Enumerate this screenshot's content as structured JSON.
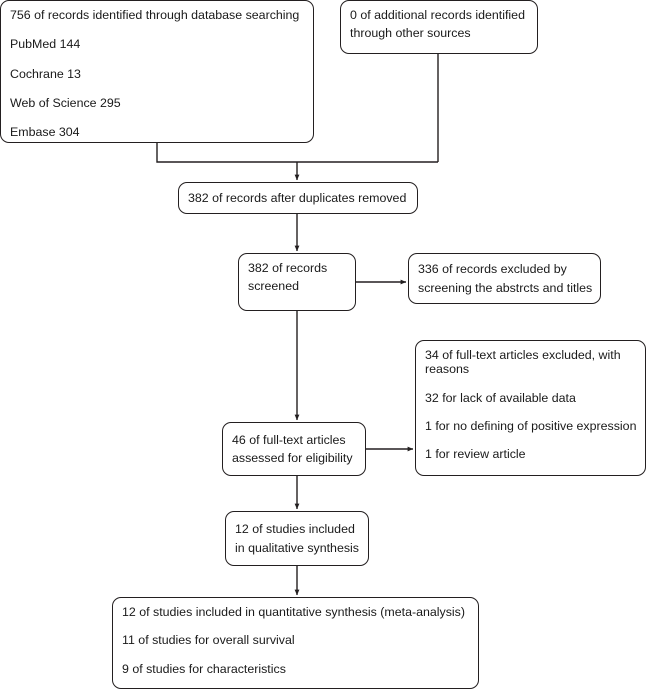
{
  "diagram": {
    "type": "prisma-flow-diagram",
    "colors": {
      "stroke": "#231f20",
      "text": "#1a1a1a",
      "background": "#ffffff"
    },
    "boxes": {
      "database_search": {
        "lines": [
          "756 of records identified through database searching",
          "PubMed 144",
          "Cochrane 13",
          "Web of Science 295",
          "Embase 304"
        ]
      },
      "other_sources": {
        "lines": [
          "0 of additional records identified",
          "through other sources"
        ]
      },
      "duplicates_removed": {
        "lines": [
          "382 of records after duplicates removed"
        ]
      },
      "records_screened": {
        "lines": [
          "382 of records",
          "screened"
        ]
      },
      "records_excluded": {
        "lines": [
          "336 of records excluded by",
          "screening the abstrcts and titles"
        ]
      },
      "full_text_assessed": {
        "lines": [
          "46 of full-text articles",
          "assessed for eligibility"
        ]
      },
      "full_text_excluded": {
        "lines": [
          "34 of full-text articles excluded, with reasons",
          "32 for lack of available data",
          "1 for no defining of positive expression",
          "1 for review article"
        ]
      },
      "qualitative_synthesis": {
        "lines": [
          "12 of studies included",
          "in qualitative synthesis"
        ]
      },
      "quantitative_synthesis": {
        "lines": [
          "12 of studies included in quantitative synthesis (meta-analysis)",
          "11 of studies for overall survival",
          "9 of studies for characteristics"
        ]
      }
    }
  }
}
